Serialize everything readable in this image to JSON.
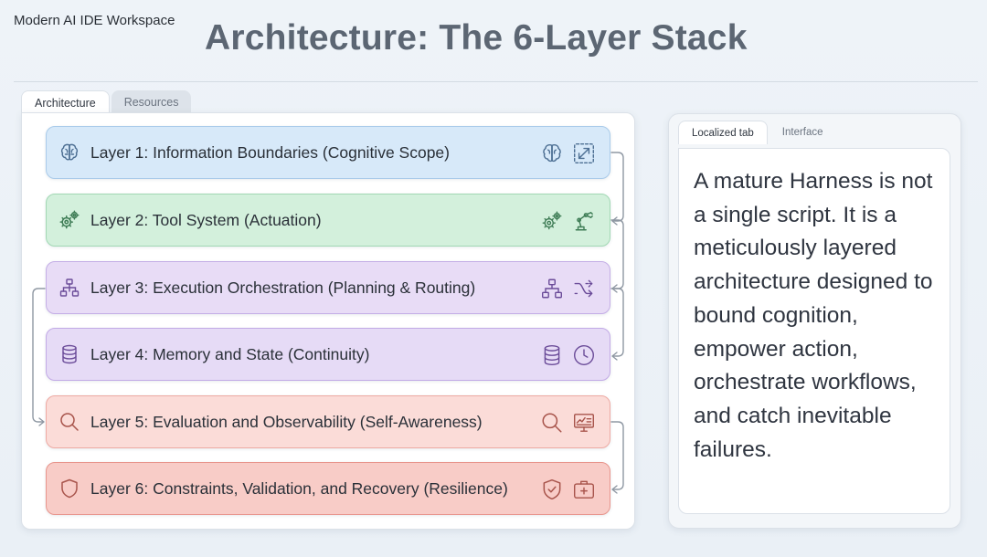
{
  "workspace": {
    "label": "Modern AI IDE Workspace"
  },
  "page": {
    "title": "Architecture: The 6-Layer Stack"
  },
  "left_tabs": [
    {
      "label": "Architecture",
      "active": true
    },
    {
      "label": "Resources",
      "active": false
    }
  ],
  "layers": [
    {
      "label": "Layer 1: Information Boundaries (Cognitive Scope)",
      "color": "#d7e9f9",
      "icons": [
        "brain-icon",
        "brain-icon",
        "expand-icon"
      ]
    },
    {
      "label": "Layer 2: Tool System (Actuation)",
      "color": "#d3f0dc",
      "icons": [
        "gears-icon",
        "gears-icon",
        "robot-arm-icon"
      ]
    },
    {
      "label": "Layer 3: Execution Orchestration (Planning & Routing)",
      "color": "#e8dcf6",
      "icons": [
        "hierarchy-icon",
        "hierarchy-icon",
        "route-icon"
      ]
    },
    {
      "label": "Layer 4: Memory and State (Continuity)",
      "color": "#e6dbf6",
      "icons": [
        "database-icon",
        "database-icon",
        "clock-icon"
      ]
    },
    {
      "label": "Layer 5: Evaluation and Observability (Self-Awareness)",
      "color": "#fbdcd8",
      "icons": [
        "search-icon",
        "search-icon",
        "monitor-chart-icon"
      ]
    },
    {
      "label": "Layer 6: Constraints, Validation, and Recovery (Resilience)",
      "color": "#f8ccc7",
      "icons": [
        "shield-icon",
        "shield-check-icon",
        "medical-kit-icon"
      ]
    }
  ],
  "right_tabs": [
    {
      "label": "Localized tab",
      "active": true
    },
    {
      "label": "Interface",
      "active": false
    }
  ],
  "description": "A mature Harness is not a single script. It is a meticulously layered architecture designed to bound cognition, empower action, orchestrate workflows, and catch inevitable failures."
}
